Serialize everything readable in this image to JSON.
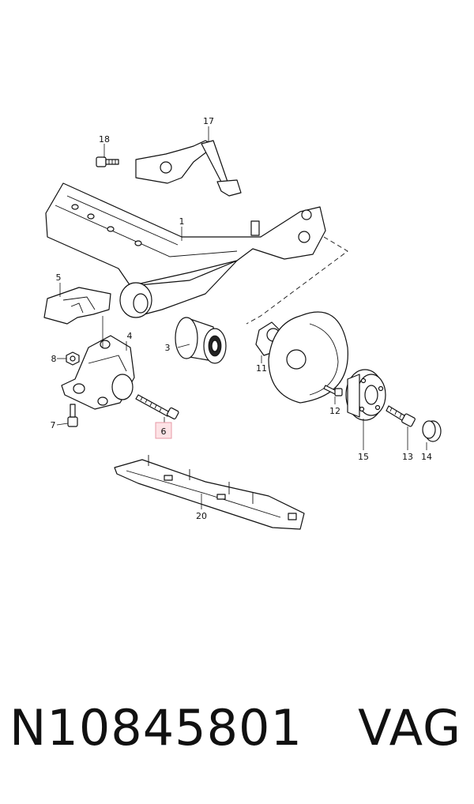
{
  "callouts": {
    "c1": "1",
    "c3": "3",
    "c4": "4",
    "c5": "5",
    "c6": "6",
    "c7": "7",
    "c8": "8",
    "c11": "11",
    "c12": "12",
    "c13": "13",
    "c14": "14",
    "c15": "15",
    "c17": "17",
    "c18": "18",
    "c20": "20"
  },
  "highlight": {
    "callout": "6",
    "color": "#fde3e6"
  },
  "footer": {
    "part_number": "N10845801",
    "brand": "VAG"
  }
}
